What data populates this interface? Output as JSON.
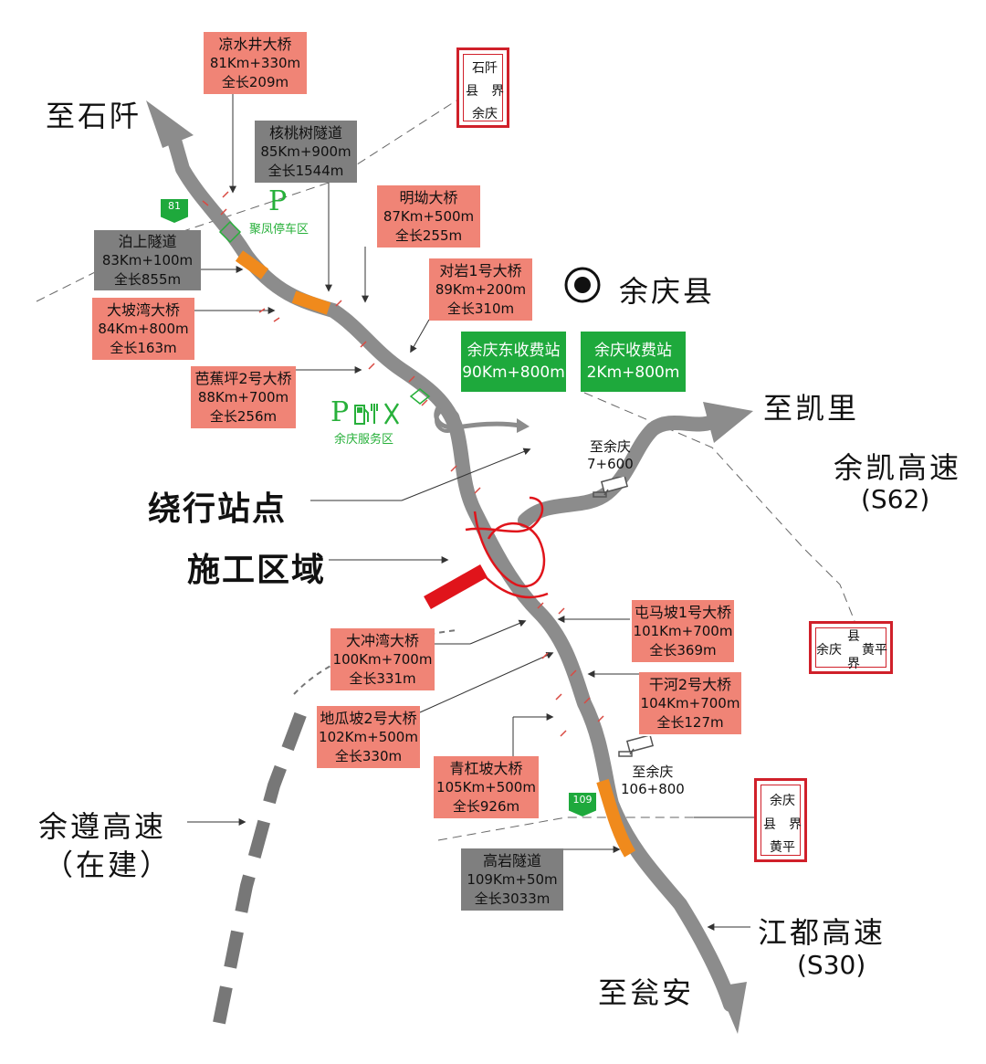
{
  "destinations": {
    "shiqian": "至石阡",
    "kaili": "至凯里",
    "wengan": "至瓮安"
  },
  "county": {
    "name": "余庆县"
  },
  "highways": {
    "yukai_name": "余凯高速",
    "yukai_code": "(S62)",
    "jiangdu_name": "江都高速",
    "jiangdu_code": "(S30)",
    "yuzun_name": "余遵高速",
    "yuzun_status": "（在建）"
  },
  "legend": {
    "detour": "绕行站点",
    "construction": "施工区域"
  },
  "bridges": [
    {
      "name": "凉水井大桥",
      "km": "81Km+330m",
      "length": "全长209m",
      "type": "bridge"
    },
    {
      "name": "核桃树隧道",
      "km": "85Km+900m",
      "length": "全长1544m",
      "type": "tunnel"
    },
    {
      "name": "明坳大桥",
      "km": "87Km+500m",
      "length": "全长255m",
      "type": "bridge"
    },
    {
      "name": "泊上隧道",
      "km": "83Km+100m",
      "length": "全长855m",
      "type": "tunnel"
    },
    {
      "name": "对岩1号大桥",
      "km": "89Km+200m",
      "length": "全长310m",
      "type": "bridge"
    },
    {
      "name": "大坡湾大桥",
      "km": "84Km+800m",
      "length": "全长163m",
      "type": "bridge"
    },
    {
      "name": "芭蕉坪2号大桥",
      "km": "88Km+700m",
      "length": "全长256m",
      "type": "bridge"
    },
    {
      "name": "屯马坡1号大桥",
      "km": "101Km+700m",
      "length": "全长369m",
      "type": "bridge"
    },
    {
      "name": "大冲湾大桥",
      "km": "100Km+700m",
      "length": "全长331m",
      "type": "bridge"
    },
    {
      "name": "干河2号大桥",
      "km": "104Km+700m",
      "length": "全长127m",
      "type": "bridge"
    },
    {
      "name": "地瓜坡2号大桥",
      "km": "102Km+500m",
      "length": "全长330m",
      "type": "bridge"
    },
    {
      "name": "青杠坡大桥",
      "km": "105Km+500m",
      "length": "全长926m",
      "type": "bridge"
    },
    {
      "name": "高岩隧道",
      "km": "109Km+50m",
      "length": "全长3033m",
      "type": "tunnel"
    }
  ],
  "toll_stations": [
    {
      "name": "余庆东收费站",
      "km": "90Km+800m"
    },
    {
      "name": "余庆收费站",
      "km": "2Km+800m"
    }
  ],
  "facilities": {
    "parking_symbol": "P",
    "parking_name": "聚凤停车区",
    "service_symbol": "P",
    "service_name": "余庆服务区"
  },
  "markers": {
    "yuqing_1": "至余庆",
    "yuqing_1_km": "7+600",
    "yuqing_2": "至余庆",
    "yuqing_2_km": "106+800",
    "shield_81": "81",
    "shield_109": "109"
  },
  "boundary_signs": {
    "top": {
      "a": "石阡",
      "b": "县",
      "c": "界",
      "d": "余庆"
    },
    "right": {
      "a": "县",
      "b": "余庆",
      "c": "黄平",
      "d": "界"
    },
    "bottom": {
      "a": "余庆",
      "b": "县",
      "c": "界",
      "d": "黄平"
    }
  },
  "colors": {
    "road": "#8c8c8c",
    "bridge_box": "#f08476",
    "tunnel_box": "#7f7f7f",
    "tunnel_segment": "#f08a1c",
    "construction": "#e0141b",
    "toll": "#1ea93c",
    "boundary_sign": "#d0202a"
  }
}
